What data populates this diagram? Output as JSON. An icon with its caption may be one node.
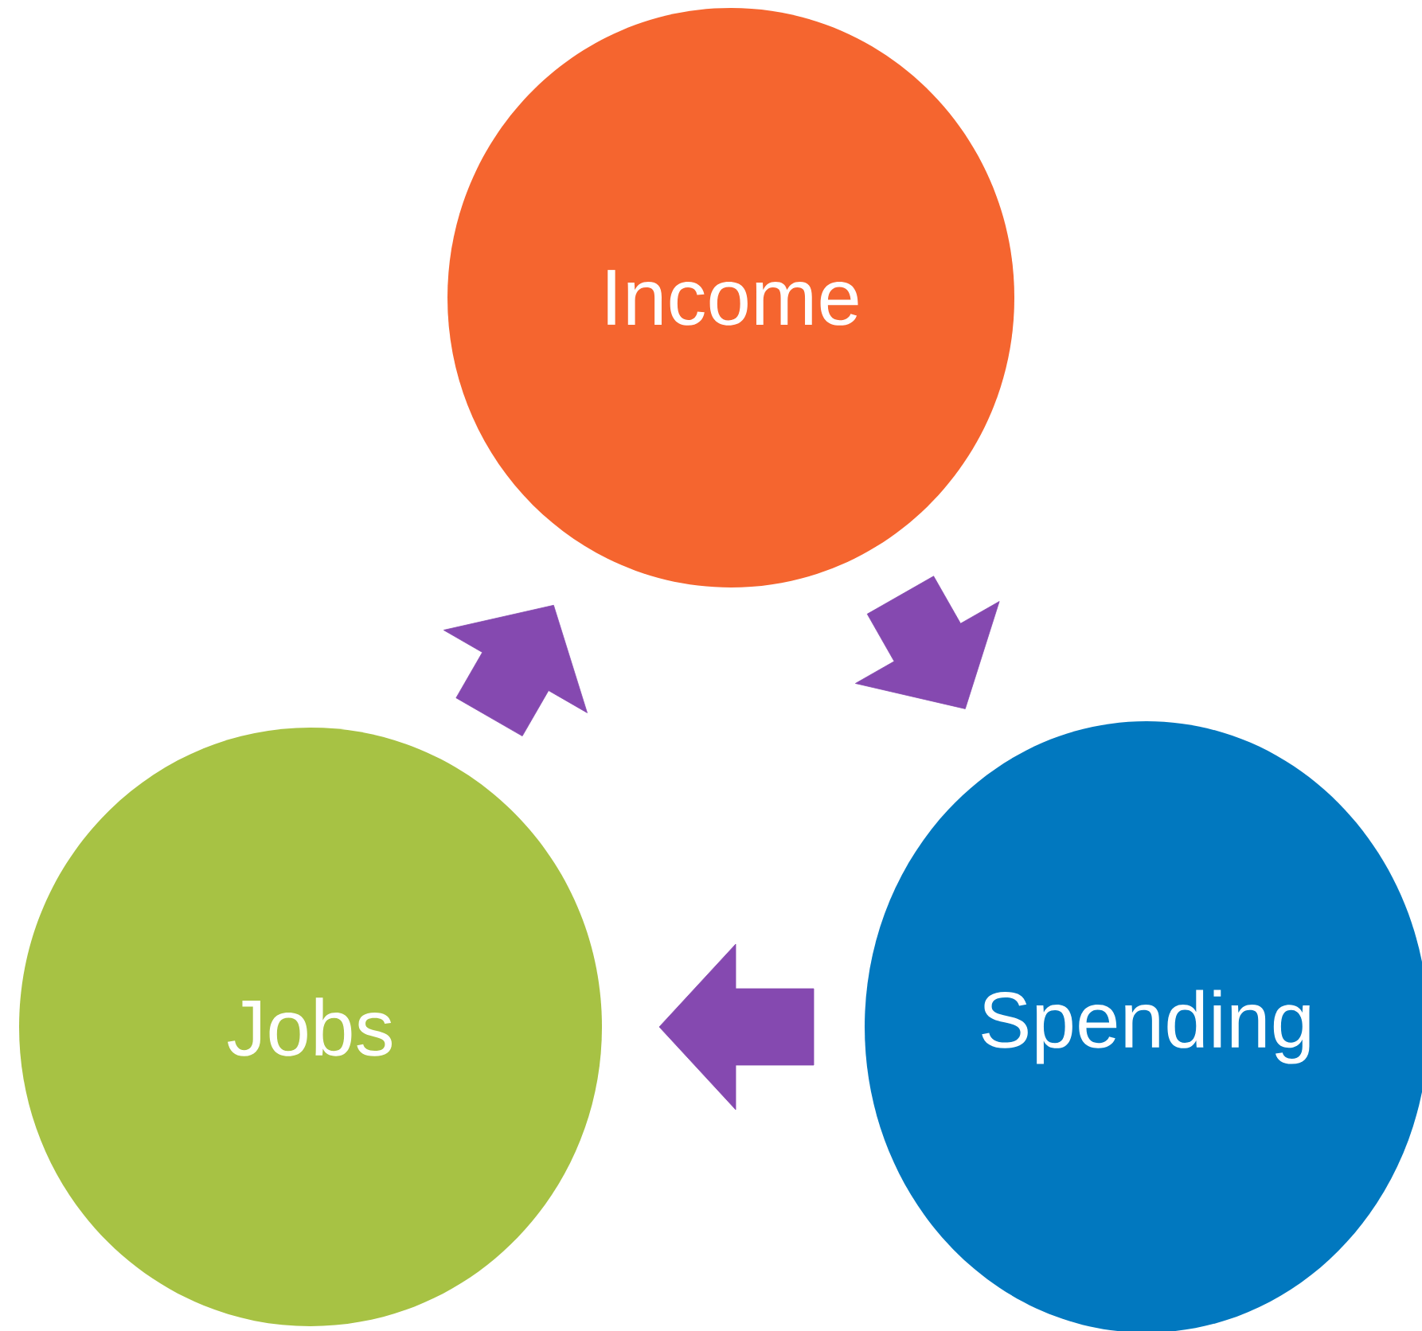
{
  "diagram": {
    "nodes": [
      {
        "text": [
          "Income"
        ]
      },
      {
        "text": [
          "Spending"
        ]
      },
      {
        "text": [
          "Jobs"
        ]
      }
    ],
    "edges": [
      {
        "from": 0,
        "to": 1,
        "arrow": "to"
      },
      {
        "from": 1,
        "to": 2,
        "arrow": "to"
      },
      {
        "from": 2,
        "to": 0,
        "arrow": "to"
      }
    ]
  }
}
